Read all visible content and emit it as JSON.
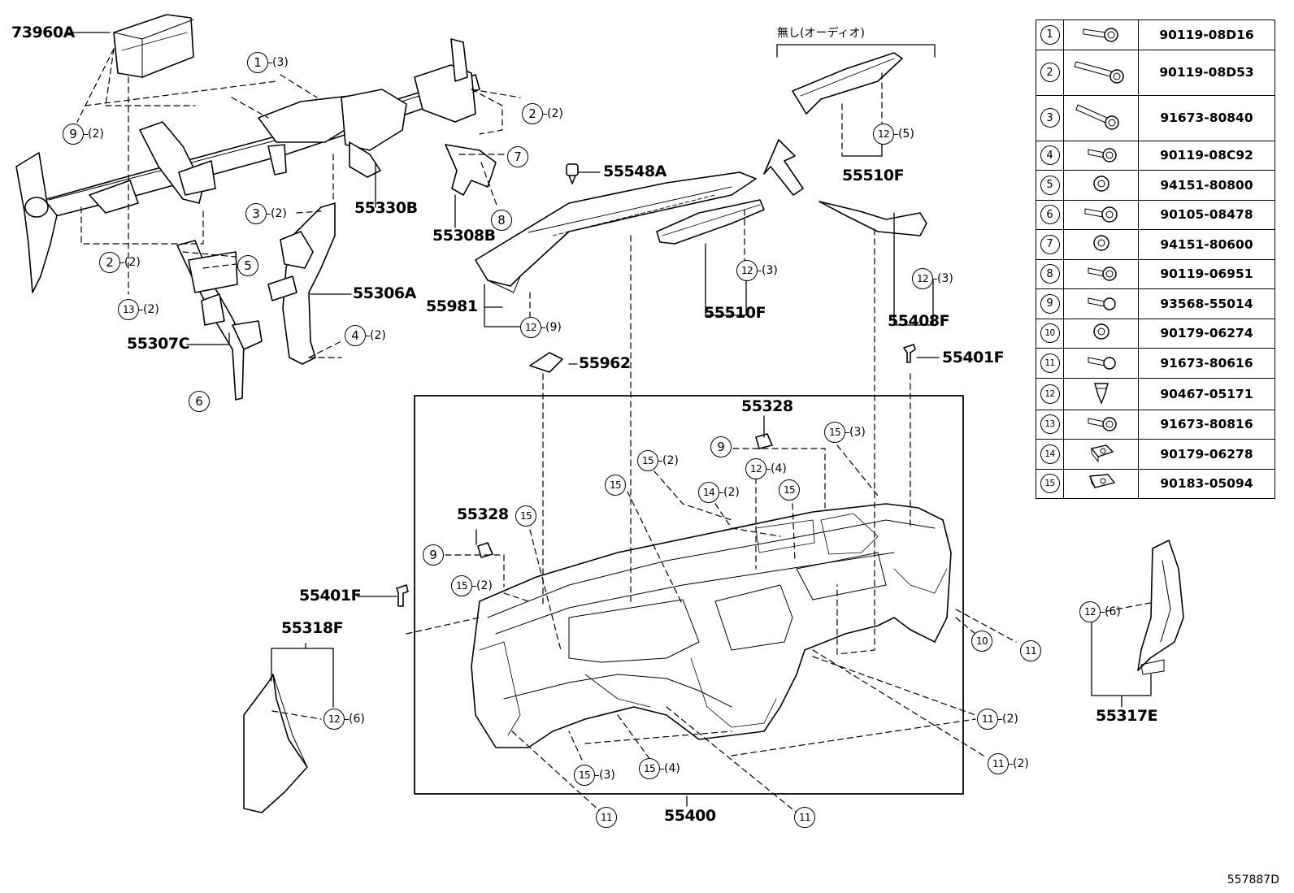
{
  "diagram_id": "557887D",
  "audio_note": "無し(オーディオ)",
  "legend": [
    {
      "num": "1",
      "part": "90119-08D16",
      "icon": "flange-bolt-short-icon"
    },
    {
      "num": "2",
      "part": "90119-08D53",
      "icon": "flange-bolt-long-icon"
    },
    {
      "num": "3",
      "part": "91673-80840",
      "icon": "stud-bolt-icon"
    },
    {
      "num": "4",
      "part": "90119-08C92",
      "icon": "flange-bolt-icon"
    },
    {
      "num": "5",
      "part": "94151-80800",
      "icon": "flange-nut-icon"
    },
    {
      "num": "6",
      "part": "90105-08478",
      "icon": "bolt-washer-icon"
    },
    {
      "num": "7",
      "part": "94151-80600",
      "icon": "flange-nut-icon"
    },
    {
      "num": "8",
      "part": "90119-06951",
      "icon": "flange-bolt-icon"
    },
    {
      "num": "9",
      "part": "93568-55014",
      "icon": "tapping-screw-icon"
    },
    {
      "num": "10",
      "part": "90179-06274",
      "icon": "nut-icon"
    },
    {
      "num": "11",
      "part": "91673-80616",
      "icon": "tapping-screw-icon"
    },
    {
      "num": "12",
      "part": "90467-05171",
      "icon": "clip-icon"
    },
    {
      "num": "13",
      "part": "91673-80816",
      "icon": "flange-bolt-icon"
    },
    {
      "num": "14",
      "part": "90179-06278",
      "icon": "clip-nut-icon"
    },
    {
      "num": "15",
      "part": "90183-05094",
      "icon": "u-nut-icon"
    }
  ],
  "part_labels": {
    "p73960A": "73960A",
    "p55330B": "55330B",
    "p55308B": "55308B",
    "p55306A": "55306A",
    "p55307C": "55307C",
    "p55548A": "55548A",
    "p55981": "55981",
    "p55962": "55962",
    "p55510F_lower": "55510F",
    "p55510F_upper": "55510F",
    "p55408F": "55408F",
    "p55401F_right": "55401F",
    "p55401F_left": "55401F",
    "p55328_upper": "55328",
    "p55328_lower": "55328",
    "p55318F": "55318F",
    "p55317E": "55317E",
    "p55400": "55400"
  },
  "callouts": [
    {
      "id": "c1",
      "num": "1",
      "qty": "(3)"
    },
    {
      "id": "c2a",
      "num": "2",
      "qty": "(2)"
    },
    {
      "id": "c9a",
      "num": "9",
      "qty": "(2)"
    },
    {
      "id": "c7",
      "num": "7",
      "qty": ""
    },
    {
      "id": "c8",
      "num": "8",
      "qty": ""
    },
    {
      "id": "c3",
      "num": "3",
      "qty": "(2)"
    },
    {
      "id": "c2b",
      "num": "2",
      "qty": "(2)"
    },
    {
      "id": "c5",
      "num": "5",
      "qty": ""
    },
    {
      "id": "c13",
      "num": "13",
      "qty": "(2)"
    },
    {
      "id": "c4",
      "num": "4",
      "qty": "(2)"
    },
    {
      "id": "c6",
      "num": "6",
      "qty": ""
    },
    {
      "id": "c12a",
      "num": "12",
      "qty": "(5)"
    },
    {
      "id": "c12b",
      "num": "12",
      "qty": "(3)"
    },
    {
      "id": "c12c",
      "num": "12",
      "qty": "(3)"
    },
    {
      "id": "c12d",
      "num": "12",
      "qty": "(9)"
    },
    {
      "id": "c9b",
      "num": "9",
      "qty": ""
    },
    {
      "id": "c15a",
      "num": "15",
      "qty": "(3)"
    },
    {
      "id": "c12e",
      "num": "12",
      "qty": "(4)"
    },
    {
      "id": "c15b",
      "num": "15",
      "qty": "(2)"
    },
    {
      "id": "c15c",
      "num": "15",
      "qty": ""
    },
    {
      "id": "c14",
      "num": "14",
      "qty": "(2)"
    },
    {
      "id": "c15d",
      "num": "15",
      "qty": ""
    },
    {
      "id": "c15e",
      "num": "15",
      "qty": ""
    },
    {
      "id": "c9c",
      "num": "9",
      "qty": ""
    },
    {
      "id": "c15f",
      "num": "15",
      "qty": "(2)"
    },
    {
      "id": "c10",
      "num": "10",
      "qty": ""
    },
    {
      "id": "c11a",
      "num": "11",
      "qty": ""
    },
    {
      "id": "c11b",
      "num": "11",
      "qty": "(2)"
    },
    {
      "id": "c11c",
      "num": "11",
      "qty": "(2)"
    },
    {
      "id": "c15g",
      "num": "15",
      "qty": "(3)"
    },
    {
      "id": "c15h",
      "num": "15",
      "qty": "(4)"
    },
    {
      "id": "c11d",
      "num": "11",
      "qty": ""
    },
    {
      "id": "c11e",
      "num": "11",
      "qty": ""
    },
    {
      "id": "c12f",
      "num": "12",
      "qty": "(6)"
    },
    {
      "id": "c12g",
      "num": "12",
      "qty": "(6)"
    }
  ]
}
